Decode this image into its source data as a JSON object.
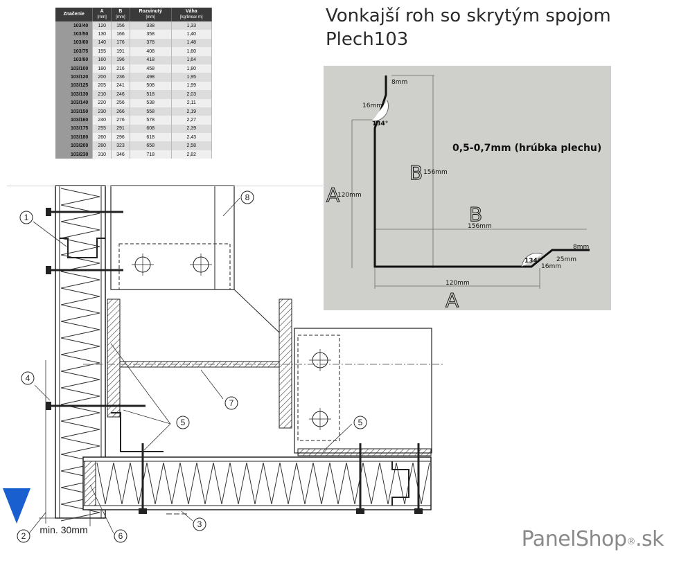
{
  "title": {
    "line1": "Vonkajší roh so skrytým spojom",
    "line2": "Plech103"
  },
  "brand": {
    "name": "PanelShop",
    "dot": "®",
    "tld": ".sk"
  },
  "table": {
    "headers": [
      {
        "main": "Značenie",
        "unit": ""
      },
      {
        "main": "A",
        "unit": "[mm]"
      },
      {
        "main": "B",
        "unit": "[mm]"
      },
      {
        "main": "Rozvinutý",
        "unit": "[mm]"
      },
      {
        "main": "Váha",
        "unit": "[kg/linear m]"
      }
    ],
    "rows": [
      [
        "103/40",
        "120",
        "156",
        "338",
        "1,33"
      ],
      [
        "103/50",
        "130",
        "166",
        "358",
        "1,40"
      ],
      [
        "103/60",
        "140",
        "176",
        "378",
        "1,48"
      ],
      [
        "103/75",
        "155",
        "191",
        "408",
        "1,60"
      ],
      [
        "103/80",
        "160",
        "196",
        "418",
        "1,64"
      ],
      [
        "103/100",
        "180",
        "216",
        "458",
        "1,80"
      ],
      [
        "103/120",
        "200",
        "236",
        "498",
        "1,95"
      ],
      [
        "103/125",
        "205",
        "241",
        "508",
        "1,99"
      ],
      [
        "103/130",
        "210",
        "246",
        "518",
        "2,03"
      ],
      [
        "103/140",
        "220",
        "256",
        "538",
        "2,11"
      ],
      [
        "103/150",
        "230",
        "266",
        "558",
        "2,19"
      ],
      [
        "103/160",
        "240",
        "276",
        "578",
        "2,27"
      ],
      [
        "103/175",
        "255",
        "291",
        "608",
        "2,39"
      ],
      [
        "103/180",
        "260",
        "296",
        "618",
        "2,43"
      ],
      [
        "103/200",
        "280",
        "323",
        "658",
        "2,58"
      ],
      [
        "103/230",
        "310",
        "346",
        "718",
        "2,82"
      ]
    ]
  },
  "profile": {
    "thickness": "0,5-0,7mm (hrúbka plechu)",
    "letter_a": "A",
    "letter_b": "B",
    "dim_120": "120mm",
    "dim_156": "156mm",
    "dim_16": "16mm",
    "dim_8": "8mm",
    "dim_25": "25mm",
    "angle": "134°"
  },
  "callouts": [
    "1",
    "2",
    "3",
    "4",
    "5",
    "6",
    "7",
    "8"
  ],
  "min_label": "min. 30mm",
  "colors": {
    "arrow": "#1a5fd0",
    "profile_bg": "#cfcfcb",
    "header_bg": "#3a3a3a"
  }
}
